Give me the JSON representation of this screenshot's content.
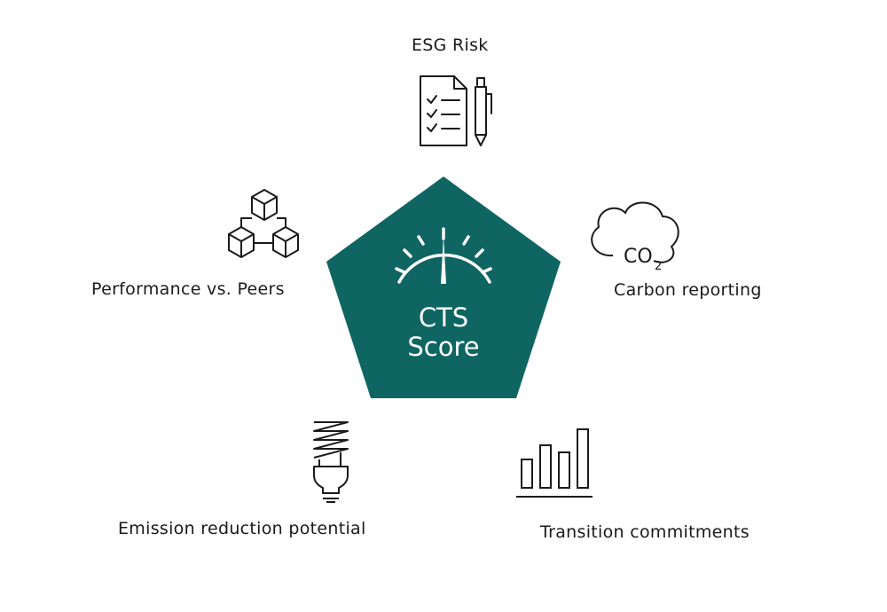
{
  "center": {
    "line1": "CTS",
    "line2": "Score",
    "fill_color": "#0e6562",
    "text_color": "#ffffff",
    "icon": "speedometer-icon"
  },
  "factors": [
    {
      "label": "ESG Risk",
      "icon": "checklist-document-pen-icon"
    },
    {
      "label": "Carbon reporting",
      "icon": "co2-cloud-icon"
    },
    {
      "label": "Transition commitments",
      "icon": "bar-chart-icon"
    },
    {
      "label": "Emission reduction potential",
      "icon": "energy-saving-bulb-icon"
    },
    {
      "label": "Performance vs. Peers",
      "icon": "stacked-cubes-icon"
    }
  ],
  "co2_text": "CO",
  "co2_sub": "2",
  "icon_color": "#1a1a1a"
}
